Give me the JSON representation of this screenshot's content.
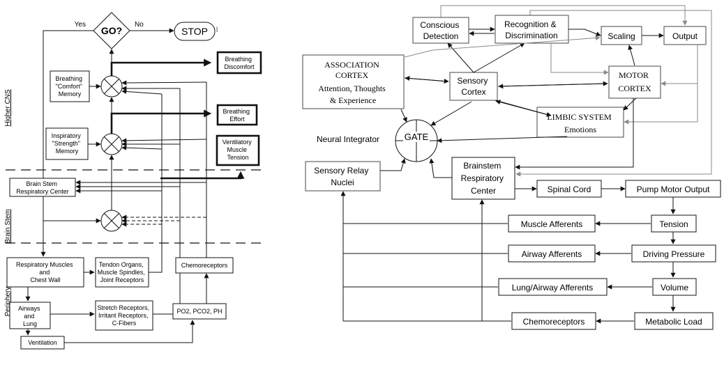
{
  "left": {
    "go": "GO?",
    "yes": "Yes",
    "no": "No",
    "stop": "STOP",
    "breathing_discomfort": [
      "Breathing",
      "Discomfort"
    ],
    "comfort_memory": [
      "Breathing",
      "\"Comfort\"",
      "Memory"
    ],
    "breathing_effort": [
      "Breathing",
      "Effort"
    ],
    "strength_memory": [
      "Inspiratory",
      "\"Strength\"",
      "Memory"
    ],
    "vent_tension": [
      "Ventilatory",
      "Muscle",
      "Tension"
    ],
    "brainstem_center": [
      "Brain Stem",
      "Respiratory Center"
    ],
    "resp_muscles": [
      "Respiratory Muscles",
      "and",
      "Chest Wall"
    ],
    "tendon_organs": [
      "Tendon Organs,",
      "Muscle Spindles,",
      "Joint Receptors"
    ],
    "chemoreceptors": "Chemoreceptors",
    "airways_lung": [
      "Airways",
      "and",
      "Lung"
    ],
    "stretch_receptors": [
      "Stretch Receptors,",
      "Irritant Receptors,",
      "C-Fibers"
    ],
    "po2": "PO2, PCO2, PH",
    "ventilation": "Ventilation",
    "side_higher_cns": "Higher CNS",
    "side_brain_stem": "Brain Stem",
    "side_periphery": "Periphery"
  },
  "right": {
    "conscious_detection": [
      "Conscious",
      "Detection"
    ],
    "recognition": [
      "Recognition &",
      "Discrimination"
    ],
    "scaling": "Scaling",
    "output": "Output",
    "association_cortex": [
      "ASSOCIATION",
      "CORTEX",
      "Attention, Thoughts",
      "& Experience"
    ],
    "sensory_cortex": [
      "Sensory",
      "Cortex"
    ],
    "motor_cortex": [
      "MOTOR",
      "CORTEX"
    ],
    "limbic_system": [
      "LIMBIC SYSTEM",
      "Emotions"
    ],
    "neural_integrator": "Neural Integrator",
    "gate": "GATE",
    "sensory_relay": [
      "Sensory Relay",
      "Nuclei"
    ],
    "brainstem_resp": [
      "Brainstem",
      "Respiratory",
      "Center"
    ],
    "spinal_cord": "Spinal Cord",
    "pump_motor": "Pump Motor Output",
    "tension": "Tension",
    "muscle_afferents": "Muscle Afferents",
    "driving_pressure": "Driving Pressure",
    "airway_afferents": "Airway Afferents",
    "volume": "Volume",
    "lung_airway_afferents": "Lung/Airway Afferents",
    "metabolic_load": "Metabolic Load",
    "chemoreceptors": "Chemoreceptors"
  }
}
